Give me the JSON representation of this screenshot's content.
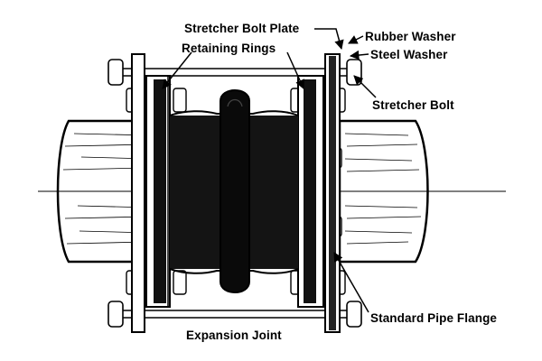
{
  "labels": {
    "stretcher_bolt_plate": "Stretcher Bolt Plate",
    "retaining_rings": "Retaining Rings",
    "rubber_washer": "Rubber Washer",
    "steel_washer": "Steel Washer",
    "stretcher_bolt": "Stretcher Bolt",
    "standard_pipe_flange": "Standard Pipe Flange",
    "expansion_joint": "Expansion Joint"
  }
}
